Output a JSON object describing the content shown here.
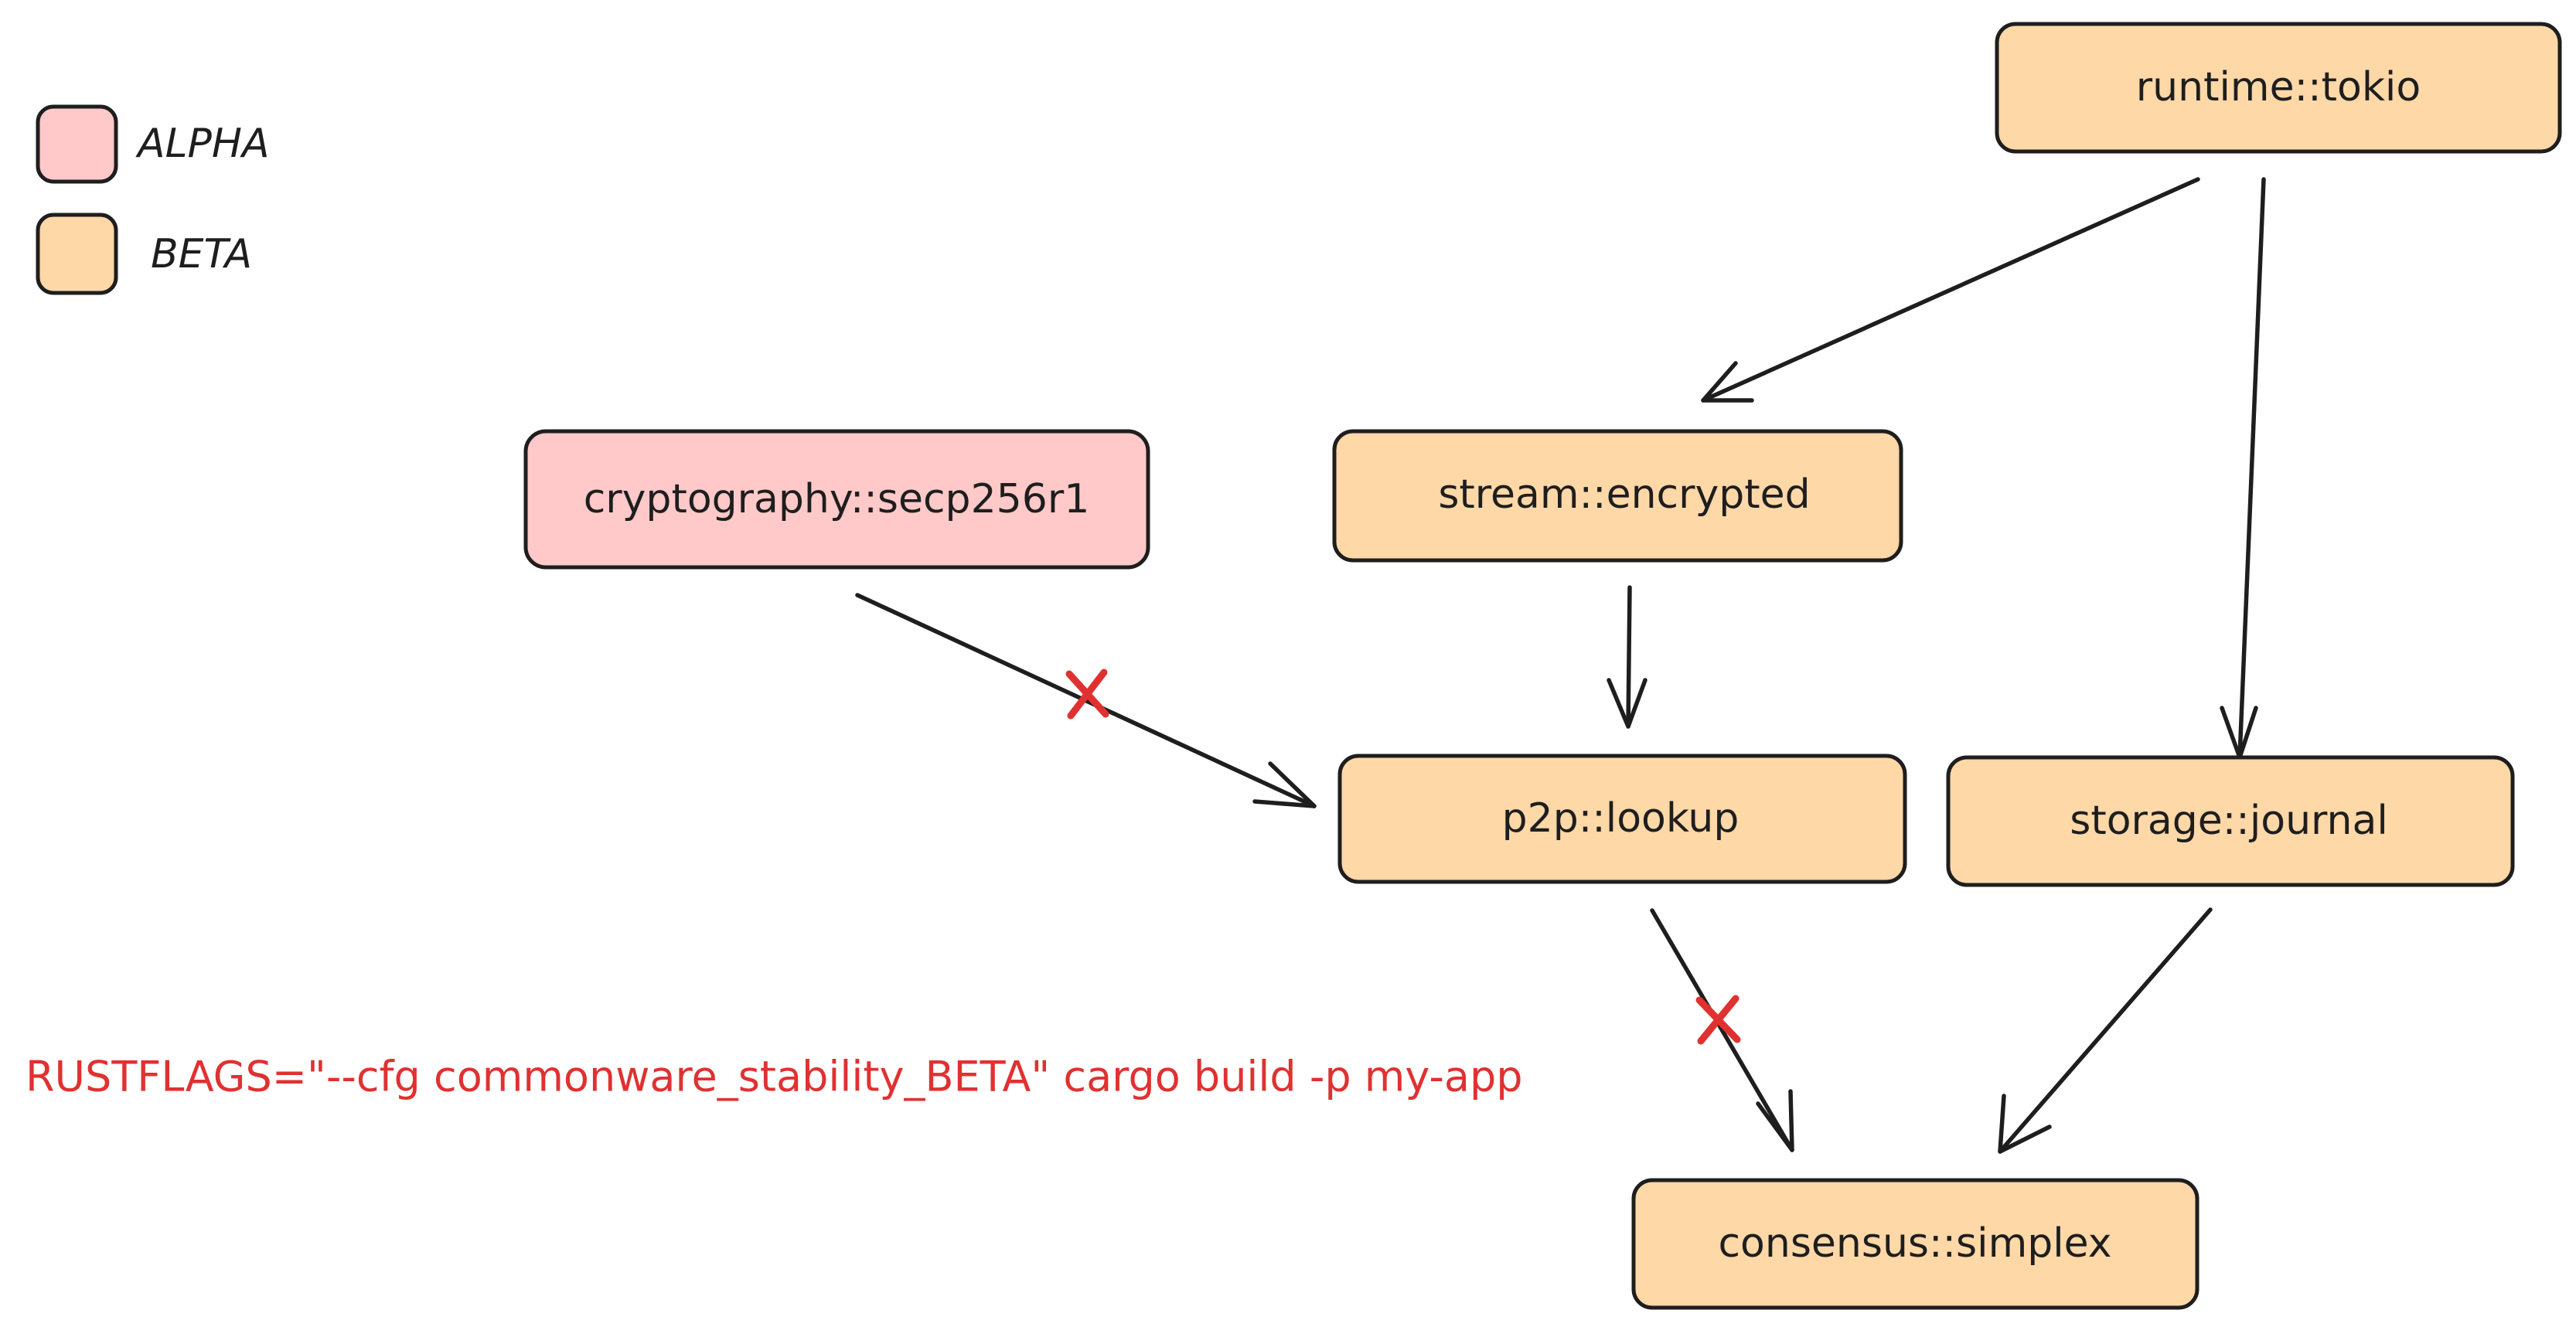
{
  "colors": {
    "alpha": "#ffc9c9",
    "beta": "#ffd8a8",
    "stroke": "#1e1e1e",
    "blocked": "#e03131"
  },
  "legend": {
    "alpha_label": "ALPHA",
    "beta_label": "BETA"
  },
  "nodes": {
    "runtime_tokio": "runtime::tokio",
    "cryptography_secp256r1": "cryptography::secp256r1",
    "stream_encrypted": "stream::encrypted",
    "p2p_lookup": "p2p::lookup",
    "storage_journal": "storage::journal",
    "consensus_simplex": "consensus::simplex"
  },
  "edges": [
    {
      "from": "runtime::tokio",
      "to": "stream::encrypted",
      "blocked": false
    },
    {
      "from": "runtime::tokio",
      "to": "storage::journal",
      "blocked": false
    },
    {
      "from": "cryptography::secp256r1",
      "to": "p2p::lookup",
      "blocked": true
    },
    {
      "from": "stream::encrypted",
      "to": "p2p::lookup",
      "blocked": false
    },
    {
      "from": "p2p::lookup",
      "to": "consensus::simplex",
      "blocked": true
    },
    {
      "from": "storage::journal",
      "to": "consensus::simplex",
      "blocked": false
    }
  ],
  "command": "RUSTFLAGS=\"--cfg commonware_stability_BETA\" cargo build -p my-app"
}
